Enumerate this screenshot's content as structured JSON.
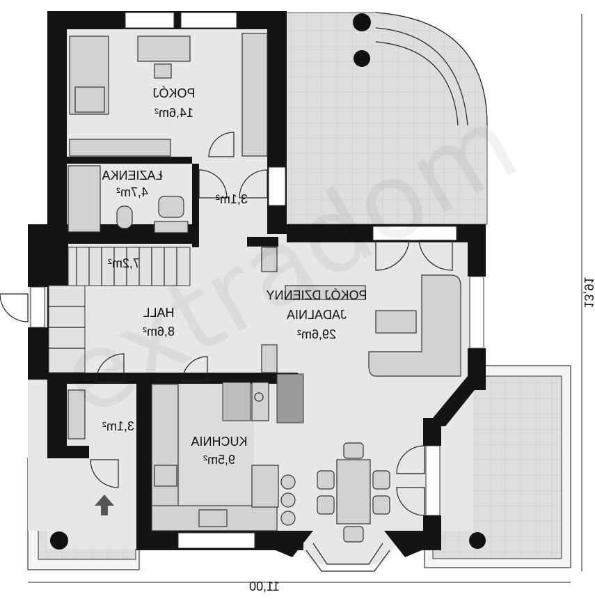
{
  "plan": {
    "rooms": [
      {
        "name": "POKÓJ",
        "area": "14,6m²"
      },
      {
        "name": "ŁAZIENKA",
        "area": "4,7m²"
      },
      {
        "name": "",
        "area": "3,1m²"
      },
      {
        "name": "",
        "area": "7,2m²"
      },
      {
        "name": "HALL",
        "area": "8,6m²"
      },
      {
        "name": "POKÓJ DZIENNY",
        "name2": "JADALNIA",
        "area": "29,6m²"
      },
      {
        "name": "",
        "area": "3,1m²"
      },
      {
        "name": "KUCHNIA",
        "area": "9,5m²"
      }
    ],
    "dimensions": {
      "width": "11,00",
      "depth": "13,91"
    },
    "watermark": "extradom",
    "colors": {
      "wall": "#141414",
      "floor": "#e7e7e7",
      "terrace": "#dedede",
      "furniture": "#d2d2d2"
    }
  }
}
